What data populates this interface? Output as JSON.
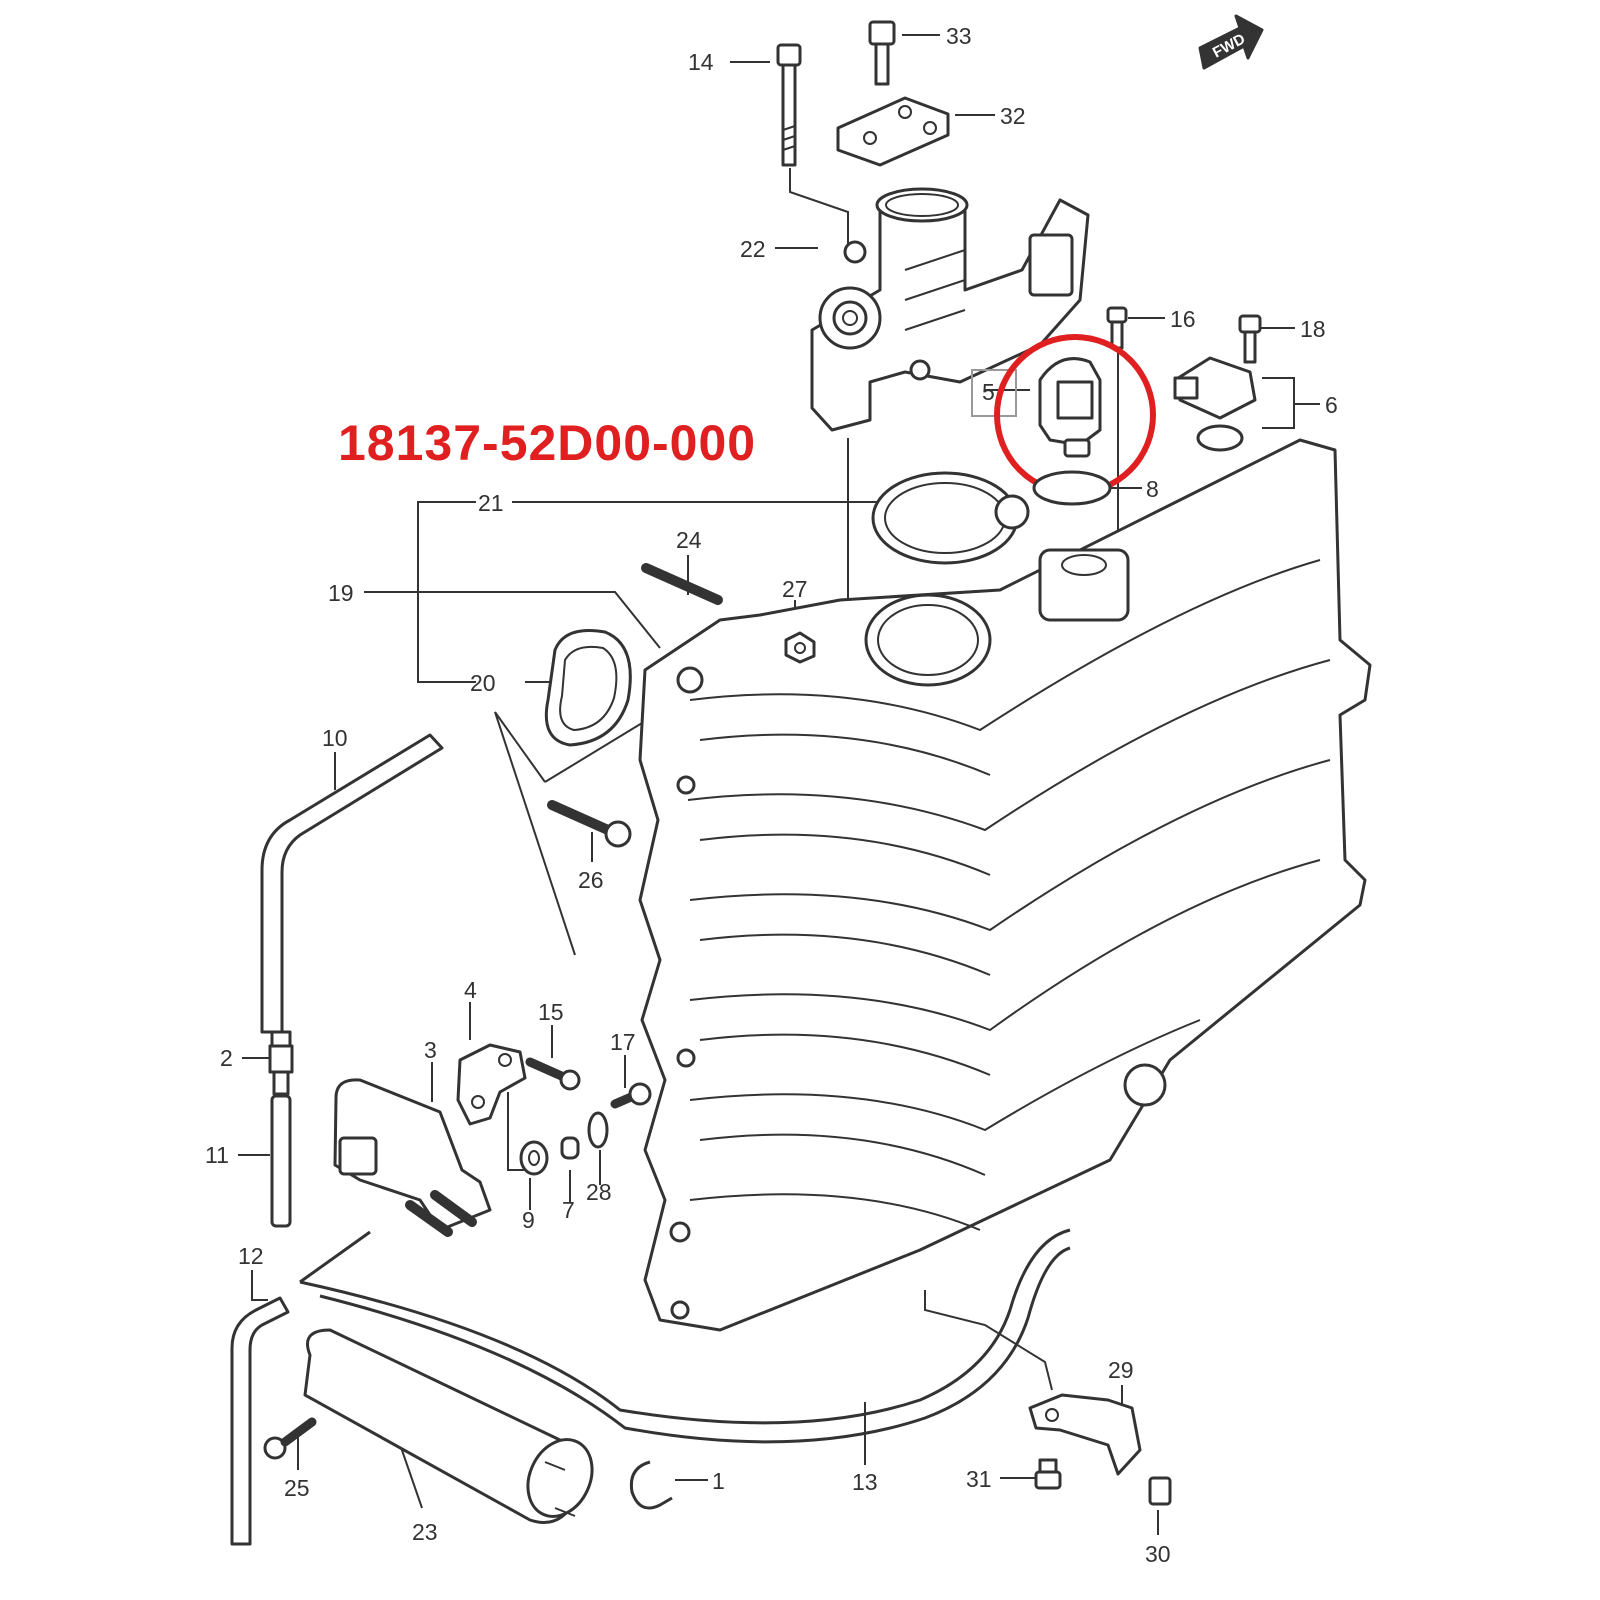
{
  "part_number": "18137-52D00-000",
  "fwd_label": "FWD",
  "colors": {
    "highlight": "#e02020",
    "line": "#333333",
    "background": "#ffffff"
  },
  "labels": {
    "n1": "1",
    "n2": "2",
    "n3": "3",
    "n4": "4",
    "n5": "5",
    "n6": "6",
    "n7": "7",
    "n8": "8",
    "n9": "9",
    "n10": "10",
    "n11": "11",
    "n12": "12",
    "n13": "13",
    "n14": "14",
    "n15": "15",
    "n16": "16",
    "n17": "17",
    "n18": "18",
    "n19": "19",
    "n20": "20",
    "n21": "21",
    "n22": "22",
    "n23": "23",
    "n24": "24",
    "n25": "25",
    "n26": "26",
    "n27": "27",
    "n28": "28",
    "n29": "29",
    "n30": "30",
    "n31": "31",
    "n32": "32",
    "n33": "33"
  }
}
